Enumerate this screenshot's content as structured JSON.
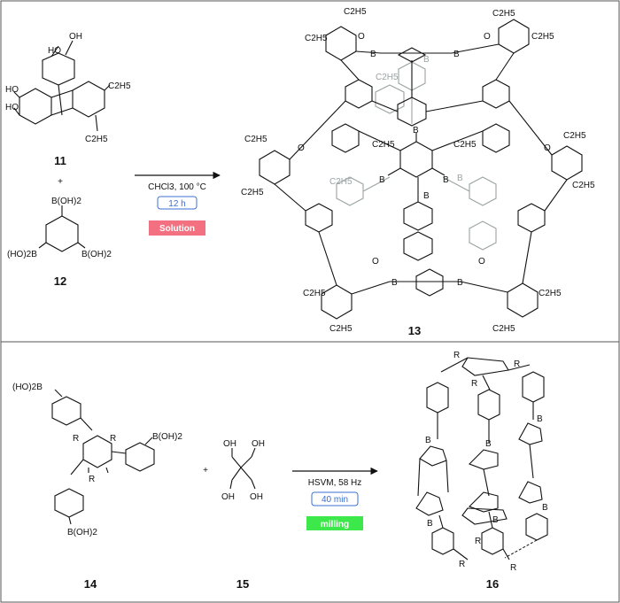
{
  "compounds": {
    "c11": "11",
    "c12": "12",
    "c13": "13",
    "c14": "14",
    "c15": "15",
    "c16": "16"
  },
  "plus": "+",
  "reaction1": {
    "conditions": "CHCl3, 100 °C",
    "time": "12 h",
    "method": "Solution",
    "method_color": "#f2707f",
    "time_color": "#3a6fd0"
  },
  "reaction2": {
    "conditions": "HSVM, 58 Hz",
    "time": "40 min",
    "method": "milling",
    "method_color": "#3ce84a",
    "time_color": "#3a6fd0"
  },
  "groups": {
    "oh": "OH",
    "ho": "HO",
    "ethyl": "C2H5",
    "boh2": "B(OH)2",
    "ho2b": "(HO)2B",
    "r": "R",
    "b": "B",
    "o": "O"
  }
}
